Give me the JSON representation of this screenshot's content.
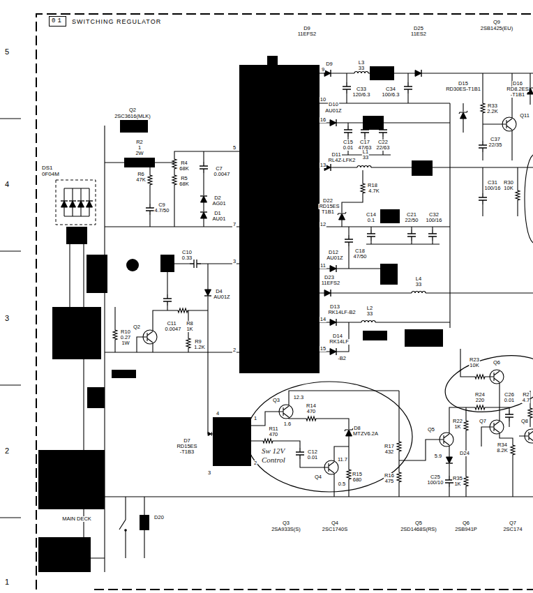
{
  "diagram": {
    "title": "SWITCHING REGULATOR",
    "nodes": [
      {
        "text": [
          "01"
        ]
      },
      {
        "text": [
          "DS1 0F04M"
        ]
      },
      {
        "text": [
          "Sw 12V Control"
        ]
      }
    ],
    "labels": [
      "5",
      "4",
      "3",
      "2",
      "1",
      "D9",
      "11EFS2",
      "D25",
      "11ES2",
      "Q9",
      "2SB1425(EU)",
      "9",
      "D9",
      "L3",
      "33",
      "C33",
      "120/6.3",
      "C34",
      "100/6.3",
      "10",
      "D15",
      "RD30ES-T1B1",
      "D16",
      "RD8.2ES",
      "-T1B1",
      "R33",
      "2.2K",
      "Q11",
      "D10",
      "AU01Z",
      "16",
      "C15",
      "0.01",
      "C17",
      "47/63",
      "C22",
      "22/63",
      "C37",
      "22/35",
      "Q2",
      "2SC3616(MLK)",
      "R2",
      "1",
      "2W",
      "R4",
      "68K",
      "R5",
      "68K",
      "R6",
      "47K",
      "C7",
      "0.0047",
      "5",
      "D2",
      "AG01",
      "D1",
      "AU01",
      "C9",
      "4.7/50",
      "D11",
      "RL4Z-LFK2",
      "L1",
      "33",
      "13",
      "C31",
      "100/16",
      "R30",
      "10K",
      "R18",
      "4.7K",
      "D22",
      "RD15ES",
      "T1B1",
      "C14",
      "0.1",
      "C21",
      "22/50",
      "C32",
      "100/16",
      "12",
      "7",
      "C18",
      "47/50",
      "D12",
      "AU01Z",
      "C10",
      "0.33",
      "3",
      "11",
      "D23",
      "11EFS2",
      "L4",
      "33",
      "D4",
      "AU01Z",
      "C11",
      "0.0047",
      "R8",
      "1K",
      "Q2",
      "R10",
      "0.27",
      "1W",
      "R9",
      "1.2K",
      "14",
      "15",
      "2",
      "D13",
      "RK14LF-B2",
      "L2",
      "33",
      "D14",
      "RK14LF",
      "-B2",
      "Q6",
      "R23",
      "10K",
      "R24",
      "220",
      "C26",
      "0.01",
      "R2",
      "4.7",
      "Q7",
      "Q8",
      "Q5",
      "R22",
      "1K",
      "D24",
      "C25",
      "100/10",
      "R35",
      "1K",
      "R34",
      "8.2K",
      "R17",
      "432",
      "R16",
      "475",
      "Q3",
      "R14",
      "470",
      "R11",
      "470",
      "C12",
      "0.01",
      "Q4",
      "D8",
      "MTZV6.2A",
      "R15",
      "680",
      "D7",
      "RD15ES",
      "-T1B3",
      "1",
      "4",
      "3",
      "2",
      "12.3",
      "1.6",
      "11.7",
      "0.5",
      "5.9",
      "D20",
      "MAIN DECK",
      "Q3",
      "2SA933S(S)",
      "Q4",
      "2SC1740S",
      "Q5",
      "2SD1468S(RS)",
      "Q6",
      "2SB941P",
      "Q7",
      "2SC174"
    ]
  }
}
